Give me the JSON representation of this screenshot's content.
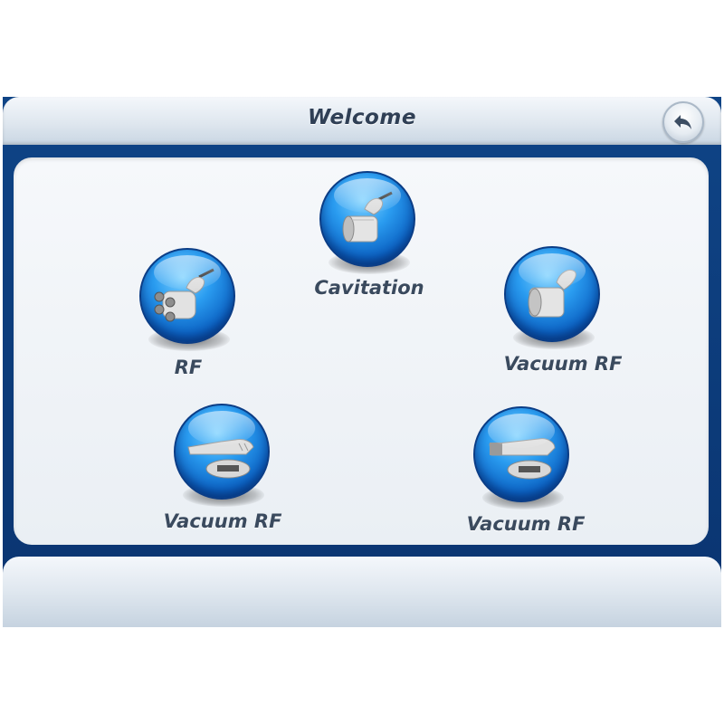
{
  "header": {
    "title": "Welcome",
    "back_icon": "back-arrow-icon"
  },
  "modes": [
    {
      "id": "cavitation",
      "label": "Cavitation",
      "icon": "cavitation-handpiece-icon"
    },
    {
      "id": "rf",
      "label": "RF",
      "icon": "rf-handpiece-icon"
    },
    {
      "id": "vacuum-rf-1",
      "label": "Vacuum RF",
      "icon": "vacuum-rf-handpiece-icon"
    },
    {
      "id": "vacuum-rf-2",
      "label": "Vacuum RF",
      "icon": "vacuum-rf-roller-handpiece-icon"
    },
    {
      "id": "vacuum-rf-3",
      "label": "Vacuum RF",
      "icon": "vacuum-rf-roller-handpiece-icon"
    }
  ],
  "colors": {
    "frame": "#0d3d7a",
    "orb": "#1e8ee6",
    "label": "#3a4a5e"
  }
}
